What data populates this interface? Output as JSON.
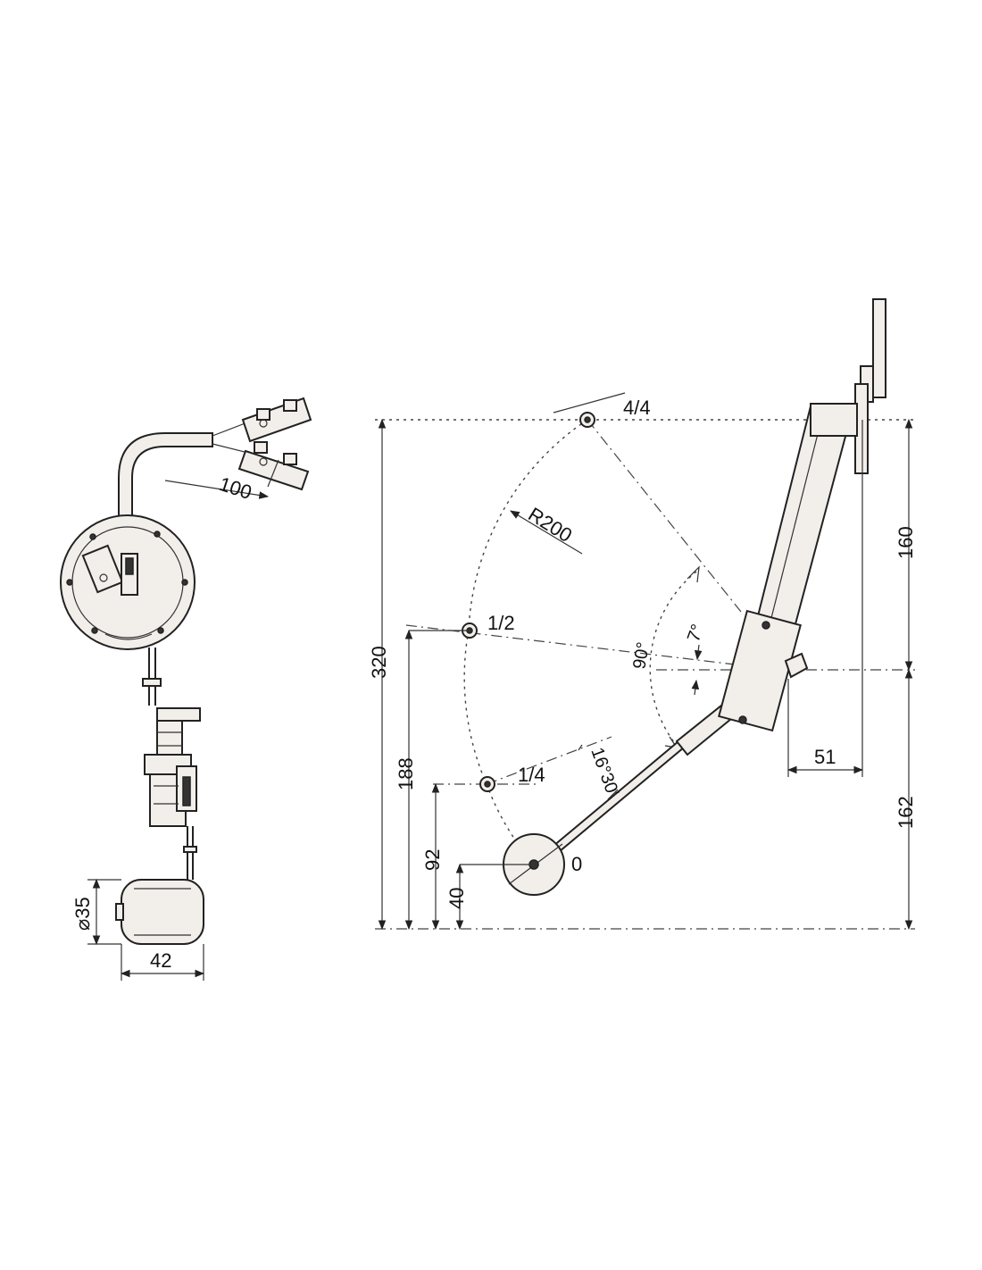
{
  "left_view": {
    "wire_length": "100",
    "float_diameter": "⌀35",
    "float_length": "42"
  },
  "right_view": {
    "radius": "R200",
    "angle_total": "90°",
    "angle_offset": "7°",
    "angle_quarter": "16°30'",
    "pos_full": "4/4",
    "pos_half": "1/2",
    "pos_quarter": "1/4",
    "pos_empty": "0",
    "dim_320": "320",
    "dim_188": "188",
    "dim_92": "92",
    "dim_40": "40",
    "dim_160": "160",
    "dim_162": "162",
    "dim_51": "51"
  }
}
